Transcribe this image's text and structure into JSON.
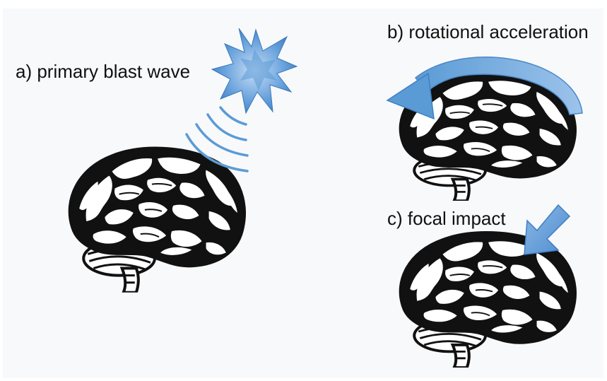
{
  "labels": {
    "a": "a) primary blast wave",
    "b": "b) rotational acceleration",
    "c": "c) focal impact"
  },
  "panels": [
    {
      "id": "a",
      "mechanism": "primary blast wave",
      "icons": [
        "explosion-icon",
        "blast-wave-arcs-icon",
        "brain-icon"
      ]
    },
    {
      "id": "b",
      "mechanism": "rotational acceleration",
      "icons": [
        "curved-arrow-icon",
        "brain-icon"
      ]
    },
    {
      "id": "c",
      "mechanism": "focal impact",
      "icons": [
        "impact-arrow-icon",
        "brain-icon"
      ]
    }
  ],
  "colors": {
    "background": "#f8f9fa",
    "accent_blue": "#5b9bd5",
    "accent_blue_light": "#a9cbee",
    "brain_ink": "#111111",
    "brain_paper": "#ffffff"
  }
}
